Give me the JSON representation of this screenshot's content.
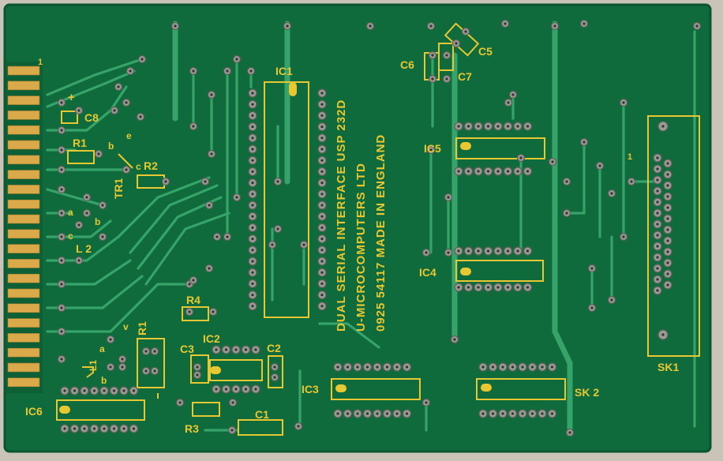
{
  "board": {
    "title_lines": [
      "DUAL SERIAL INTERFACE USP 232D",
      "U-MICROCOMPUTERS LTD",
      "0925 54117 MADE IN ENGLAND"
    ],
    "pin_one_marks": [
      "1",
      "1"
    ],
    "components": {
      "ic1": "IC1",
      "ic2": "IC2",
      "ic3": "IC3",
      "ic4": "IC4",
      "ic5": "IC5",
      "ic6": "IC6",
      "c1": "C1",
      "c2": "C2",
      "c3": "C3",
      "c5": "C5",
      "c6": "C6",
      "c7": "C7",
      "c8": "C8",
      "r1_top": "R1",
      "r1_side": "R1",
      "r2": "R2",
      "r3": "R3",
      "r4": "R4",
      "tr1": "TR1",
      "l2": "L 2",
      "l1": "L1",
      "sk1": "SK1",
      "sk2": "SK 2"
    },
    "marks": {
      "plus": "+",
      "b": "b",
      "e": "e",
      "c": "c",
      "a": "a",
      "v": "v"
    }
  },
  "colors": {
    "pcb": "#0f6b3c",
    "silkscreen": "#e8c832",
    "gold": "#d9a94a"
  }
}
